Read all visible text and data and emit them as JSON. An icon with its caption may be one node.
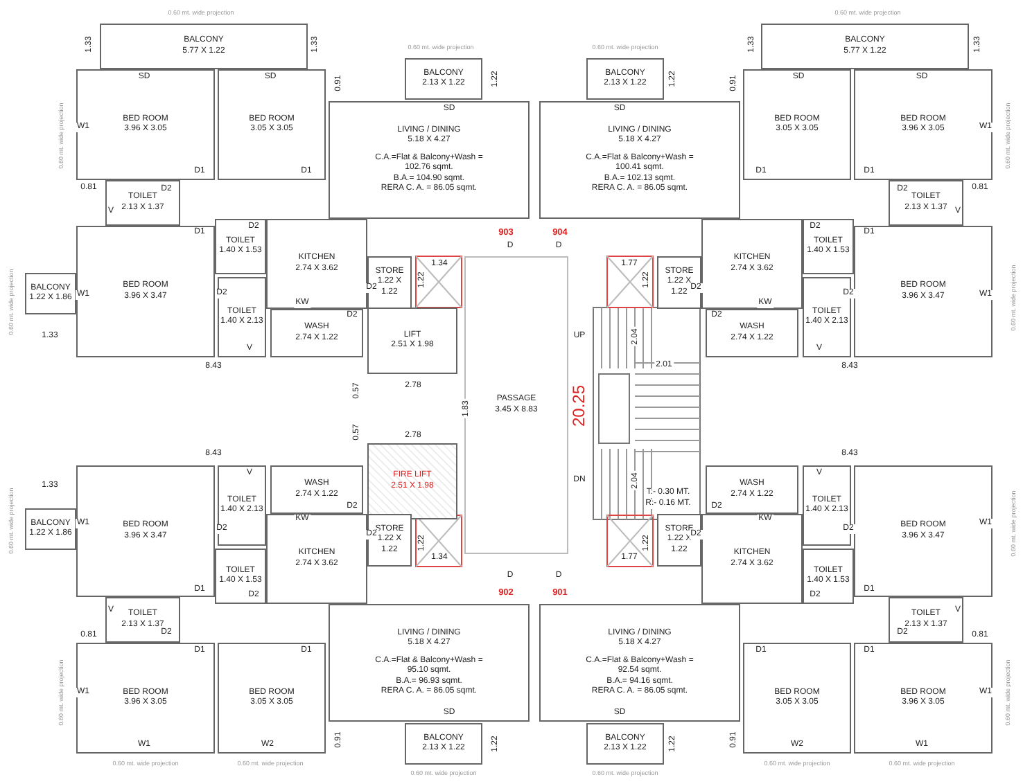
{
  "diagram": {
    "nodes": [
      {
        "text": [
          "BALCONY",
          "5.77 X 1.22"
        ]
      },
      {
        "text": [
          "BED ROOM",
          "3.96 X 3.05"
        ]
      },
      {
        "text": [
          "BED ROOM",
          "3.05 X 3.05"
        ]
      },
      {
        "text": [
          "BALCONY",
          "2.13 X 1.22"
        ]
      },
      {
        "text": [
          "LIVING / DINING",
          "5.18 X 4.27",
          "C.A.=Flat & Balcony+Wash = 102.76 sqmt.",
          "B.A.= 104.90 sqmt.",
          "RERA C. A. = 86.05 sqmt."
        ]
      },
      {
        "text": [
          "TOILET",
          "2.13 X 1.37"
        ]
      },
      {
        "text": [
          "TOILET",
          "1.40 X 1.53"
        ]
      },
      {
        "text": [
          "KITCHEN",
          "2.74 X 3.62"
        ]
      },
      {
        "text": [
          "STORE",
          "1.22 X 1.22"
        ]
      },
      {
        "text": [
          "BALCONY",
          "1.22 X 1.86"
        ]
      },
      {
        "text": [
          "BED ROOM",
          "3.96 X 3.47"
        ]
      },
      {
        "text": [
          "TOILET",
          "1.40 X 2.13"
        ]
      },
      {
        "text": [
          "WASH",
          "2.74 X 1.22"
        ]
      },
      {
        "text": [
          "BALCONY",
          "5.77 X 1.22"
        ]
      },
      {
        "text": [
          "BED ROOM",
          "3.05 X 3.05"
        ]
      },
      {
        "text": [
          "BED ROOM",
          "3.96 X 3.05"
        ]
      },
      {
        "text": [
          "BALCONY",
          "2.13 X 1.22"
        ]
      },
      {
        "text": [
          "LIVING / DINING",
          "5.18 X 4.27",
          "C.A.=Flat & Balcony+Wash = 100.41 sqmt.",
          "B.A.= 102.13 sqmt.",
          "RERA C. A. = 86.05 sqmt."
        ]
      },
      {
        "text": [
          "TOILET",
          "2.13 X 1.37"
        ]
      },
      {
        "text": [
          "TOILET",
          "1.40 X 1.53"
        ]
      },
      {
        "text": [
          "KITCHEN",
          "2.74 X 3.62"
        ]
      },
      {
        "text": [
          "STORE",
          "1.22 X 1.22"
        ]
      },
      {
        "text": [
          "BED ROOM",
          "3.96 X 3.47"
        ]
      },
      {
        "text": [
          "TOILET",
          "1.40 X 2.13"
        ]
      },
      {
        "text": [
          "WASH",
          "2.74 X 1.22"
        ]
      },
      {
        "text": [
          "LIFT",
          "2.51 X 1.98"
        ]
      },
      {
        "text": [
          "PASSAGE",
          "3.45 X 8.83"
        ]
      },
      {
        "text": [
          "FIRE LIFT",
          "2.51 X 1.98"
        ]
      },
      {
        "text": [
          "WASH",
          "2.74 X 1.22"
        ]
      },
      {
        "text": [
          "TOILET",
          "1.40 X 2.13"
        ]
      },
      {
        "text": [
          "BALCONY",
          "1.22 X 1.86"
        ]
      },
      {
        "text": [
          "BED ROOM",
          "3.96 X 3.47"
        ]
      },
      {
        "text": [
          "STORE",
          "1.22 X 1.22"
        ]
      },
      {
        "text": [
          "KITCHEN",
          "2.74 X 3.62"
        ]
      },
      {
        "text": [
          "TOILET",
          "1.40 X 1.53"
        ]
      },
      {
        "text": [
          "TOILET",
          "2.13 X 1.37"
        ]
      },
      {
        "text": [
          "LIVING / DINING",
          "5.18 X 4.27",
          "C.A.=Flat & Balcony+Wash = 95.10 sqmt.",
          "B.A.= 96.93 sqmt.",
          "RERA C. A. = 86.05 sqmt."
        ]
      },
      {
        "text": [
          "BED ROOM",
          "3.96 X 3.05"
        ]
      },
      {
        "text": [
          "BED ROOM",
          "3.05 X 3.05"
        ]
      },
      {
        "text": [
          "BALCONY",
          "2.13 X 1.22"
        ]
      },
      {
        "text": [
          "WASH",
          "2.74 X 1.22"
        ]
      },
      {
        "text": [
          "TOILET",
          "1.40 X 2.13"
        ]
      },
      {
        "text": [
          "BED ROOM",
          "3.96 X 3.47"
        ]
      },
      {
        "text": [
          "STORE",
          "1.22 X 1.22"
        ]
      },
      {
        "text": [
          "KITCHEN",
          "2.74 X 3.62"
        ]
      },
      {
        "text": [
          "TOILET",
          "1.40 X 1.53"
        ]
      },
      {
        "text": [
          "TOILET",
          "2.13 X 1.37"
        ]
      },
      {
        "text": [
          "LIVING / DINING",
          "5.18 X 4.27",
          "C.A.=Flat & Balcony+Wash = 92.54 sqmt.",
          "B.A.= 94.16 sqmt.",
          "RERA C. A. = 86.05 sqmt."
        ]
      },
      {
        "text": [
          "BED ROOM",
          "3.05 X 3.05"
        ]
      },
      {
        "text": [
          "BED ROOM",
          "3.96 X 3.05"
        ]
      },
      {
        "text": [
          "BALCONY",
          "2.13 X 1.22"
        ]
      }
    ],
    "labels": [
      "0.60 mt. wide projection",
      "1.33",
      "1.33",
      "SD",
      "SD",
      "0.60 mt. wide projection",
      "0.91",
      "1.22",
      "SD",
      "0.60 mt. wide projection",
      "W1",
      "D1",
      "D1",
      "0.81",
      "D2",
      "V",
      "D1",
      "D2",
      "903",
      "D",
      "1.34",
      "1.22",
      "D2",
      "0.60 mt. wide projection",
      "W1",
      "D2",
      "KW",
      "D2",
      "1.33",
      "V",
      "8.43",
      "0.57",
      "2.78",
      "0.60 mt. wide projection",
      "1.33",
      "1.33",
      "SD",
      "SD",
      "0.60 mt. wide projection",
      "1.22",
      "0.91",
      "SD",
      "904",
      "D",
      "W1",
      "0.60 mt. wide projection",
      "D1",
      "D1",
      "D2",
      "0.81",
      "V",
      "D2",
      "D1",
      "1.77",
      "1.22",
      "D2",
      "D2",
      "W1",
      "0.60 mt. wide projection",
      "D2",
      "KW",
      "V",
      "8.43",
      "UP",
      "2.04",
      "2.01",
      "20.25",
      "1.83",
      "DN",
      "2.04",
      "T:- 0.30 MT.",
      "R:- 0.16 MT.",
      "0.57",
      "2.78",
      "8.43",
      "V",
      "KW",
      "D2",
      "1.33",
      "0.60 mt. wide projection",
      "W1",
      "D2",
      "D2",
      "1.22",
      "1.34",
      "D1",
      "D2",
      "D",
      "902",
      "0.81",
      "V",
      "D2",
      "D1",
      "D1",
      "W1",
      "0.60 mt. wide projection",
      "SD",
      "0.91",
      "1.22",
      "W1",
      "W2",
      "0.60 mt. wide projection",
      "0.60 mt. wide projection",
      "0.60 mt. wide projection",
      "8.43",
      "V",
      "KW",
      "D2",
      "W1",
      "0.60 mt. wide projection",
      "D2",
      "D2",
      "1.22",
      "1.77",
      "D",
      "901",
      "D2",
      "D1",
      "V",
      "0.81",
      "D2",
      "D1",
      "D1",
      "W1",
      "0.60 mt. wide projection",
      "SD",
      "1.22",
      "0.91",
      "W2",
      "W1",
      "0.60 mt. wide projection",
      "0.60 mt. wide projection",
      "0.60 mt. wide projection"
    ]
  }
}
